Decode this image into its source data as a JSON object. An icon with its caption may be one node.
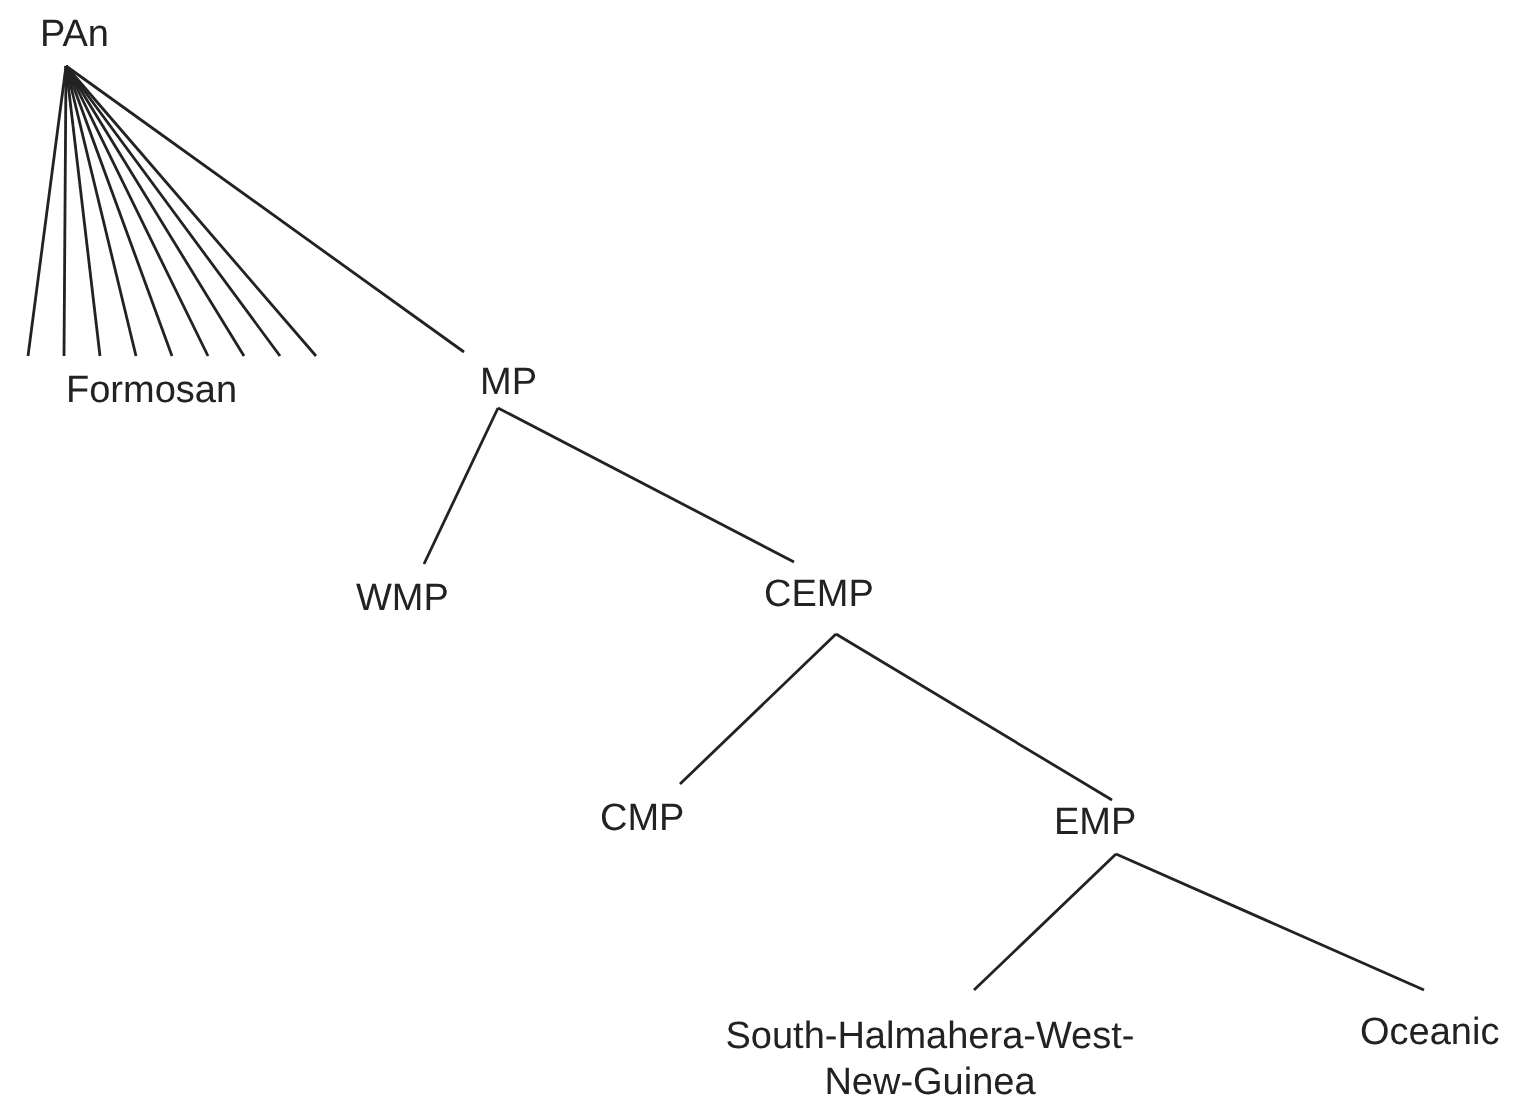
{
  "diagram": {
    "nodes": [
      {
        "text": [
          "PAn"
        ]
      },
      {
        "text": [
          "MP"
        ]
      },
      {
        "text": [
          "WMP"
        ]
      },
      {
        "text": [
          "CEMP"
        ]
      },
      {
        "text": [
          "CMP"
        ]
      },
      {
        "text": [
          "EMP"
        ]
      },
      {
        "text": [
          "South-Halmahera-West-New-Guinea"
        ]
      },
      {
        "text": [
          "Oceanic"
        ]
      }
    ],
    "edges": [
      {
        "from": 0,
        "to": null,
        "arrow": "none"
      },
      {
        "from": 0,
        "to": null,
        "arrow": "none"
      },
      {
        "from": 0,
        "to": null,
        "arrow": "none"
      },
      {
        "from": 0,
        "to": null,
        "arrow": "none"
      },
      {
        "from": 0,
        "to": null,
        "arrow": "none"
      },
      {
        "from": 0,
        "to": null,
        "arrow": "none"
      },
      {
        "from": 0,
        "to": null,
        "arrow": "none"
      },
      {
        "from": 0,
        "to": null,
        "arrow": "none"
      },
      {
        "from": 0,
        "to": null,
        "arrow": "none"
      },
      {
        "from": 0,
        "to": 1,
        "arrow": "none"
      },
      {
        "from": 1,
        "to": 2,
        "arrow": "none"
      },
      {
        "from": 1,
        "to": 3,
        "arrow": "none"
      },
      {
        "from": 3,
        "to": 4,
        "arrow": "none"
      },
      {
        "from": 3,
        "to": 5,
        "arrow": "none"
      },
      {
        "from": 5,
        "to": 6,
        "arrow": "none"
      },
      {
        "from": 5,
        "to": 7,
        "arrow": "none"
      }
    ],
    "labels": [
      "Formosan"
    ]
  }
}
